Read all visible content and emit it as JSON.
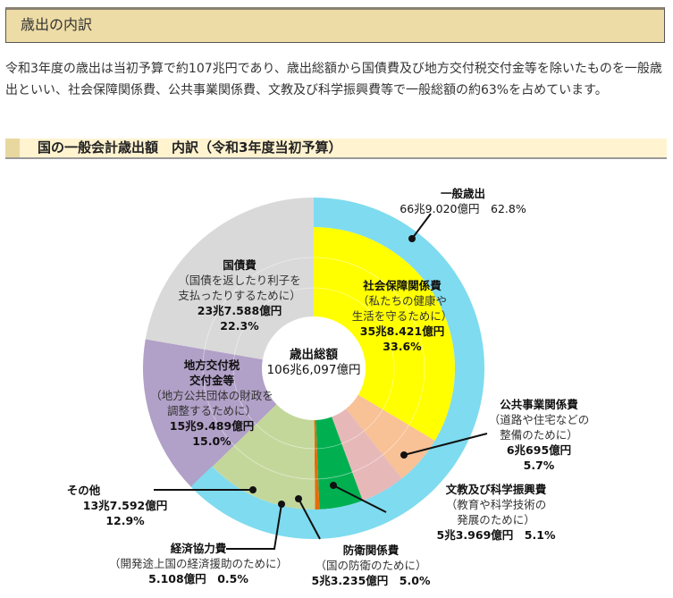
{
  "header": {
    "title": "歳出の内訳"
  },
  "intro": "令和3年度の歳出は当初予算で約107兆円であり、歳出総額から国債費及び地方交付税交付金等を除いたものを一般歳出といい、社会保障関係費、公共事業関係費、文教及び科学振興費等で一般総額の約63%を占めています。",
  "section_title": "国の一般会計歳出額　内訳（令和3年度当初予算）",
  "chart_data": {
    "type": "pie",
    "title": "国の一般会計歳出額　内訳（令和3年度当初予算）",
    "center_label": {
      "title": "歳出総額",
      "amount": "106兆6,097億円"
    },
    "outer_group": {
      "name": "一般歳出",
      "amount": "66兆9.020億円",
      "percent": 62.8,
      "percent_label": "62.8%",
      "color": "#7fdbef"
    },
    "slices": [
      {
        "name": "社会保障関係費",
        "desc": [
          "（私たちの健康や",
          "生活を守るために）"
        ],
        "amount": "35兆8.421億円",
        "percent": 33.6,
        "percent_label": "33.6%",
        "color": "#ffff00",
        "general": true
      },
      {
        "name": "公共事業関係費",
        "desc": [
          "（道路や住宅などの",
          "整備のために）"
        ],
        "amount": "6兆695億円",
        "percent": 5.7,
        "percent_label": "5.7%",
        "color": "#f8c196",
        "general": true
      },
      {
        "name": "文教及び科学振興費",
        "desc": [
          "（教育や科学技術の",
          "発展のために）"
        ],
        "amount": "5兆3.969億円",
        "percent": 5.1,
        "percent_label": "5.1%",
        "color": "#e6b9b8",
        "general": true
      },
      {
        "name": "防衛関係費",
        "desc": [
          "（国の防衛のために）"
        ],
        "amount": "5兆3.235億円",
        "percent": 5.0,
        "percent_label": "5.0%",
        "color": "#00b050",
        "general": true
      },
      {
        "name": "経済協力費",
        "desc": [
          "（開発途上国の経済援助のために）"
        ],
        "amount": "5.108億円",
        "percent": 0.5,
        "percent_label": "0.5%",
        "color": "#e46c0a",
        "general": true
      },
      {
        "name": "その他",
        "desc": [],
        "amount": "13兆7.592億円",
        "percent": 12.9,
        "percent_label": "12.9%",
        "color": "#c4d79b",
        "general": true
      },
      {
        "name": "地方交付税交付金等",
        "name_lines": [
          "地方交付税",
          "交付金等"
        ],
        "desc": [
          "（地方公共団体の財政を",
          "調整するために）"
        ],
        "amount": "15兆9.489億円",
        "percent": 15.0,
        "percent_label": "15.0%",
        "color": "#b1a0c7",
        "general": false
      },
      {
        "name": "国債費",
        "desc": [
          "（国債を返したり利子を",
          "支払ったりするために）"
        ],
        "amount": "23兆7.588億円",
        "percent": 22.3,
        "percent_label": "22.3%",
        "color": "#d9d9d9",
        "general": false
      }
    ]
  }
}
